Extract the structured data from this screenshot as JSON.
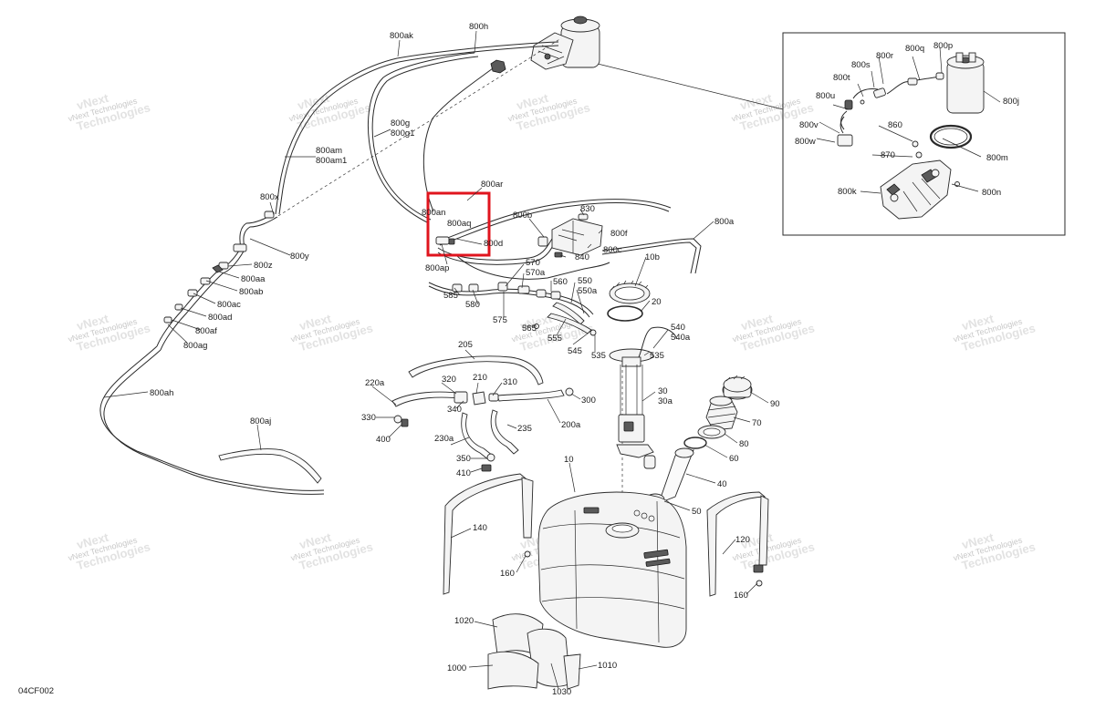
{
  "diagram_code": "04CF002",
  "highlight_color": "#e0141e",
  "watermark": {
    "line1": "vNext Technologies",
    "line2": "Technologies",
    "line3": "vNext"
  },
  "labels": {
    "l800ak": "800ak",
    "l800h": "800h",
    "l800g": "800g",
    "l800g1": "800g1",
    "l800am": "800am",
    "l800am1": "800am1",
    "l800x": "800x",
    "l800y": "800y",
    "l800z": "800z",
    "l800aa": "800aa",
    "l800ab": "800ab",
    "l800ac": "800ac",
    "l800ad": "800ad",
    "l800af": "800af",
    "l800ag": "800ag",
    "l800ah": "800ah",
    "l800aj": "800aj",
    "l800ar": "800ar",
    "l800an": "800an",
    "l800aq": "800aq",
    "l800d": "800d",
    "l800ap": "800ap",
    "l800b": "800b",
    "l830": "830",
    "l800f": "800f",
    "l800c": "800c",
    "l840": "840",
    "l800a": "800a",
    "l570": "570",
    "l570a": "570a",
    "l585": "585",
    "l580": "580",
    "l575": "575",
    "l565": "565",
    "l560": "560",
    "l550": "550",
    "l550a": "550a",
    "l555": "555",
    "l545": "545",
    "l535": "535",
    "l10b": "10b",
    "l20": "20",
    "l540": "540",
    "l540a": "540a",
    "l205": "205",
    "l220a": "220a",
    "l320": "320",
    "l210": "210",
    "l310": "310",
    "l300": "300",
    "l330": "330",
    "l340": "340",
    "l235": "235",
    "l200a": "200a",
    "l400": "400",
    "l230a": "230a",
    "l350": "350",
    "l410": "410",
    "l30": "30",
    "l30a": "30a",
    "l90": "90",
    "l70": "70",
    "l80": "80",
    "l60": "60",
    "l40": "40",
    "l10": "10",
    "l50": "50",
    "l140": "140",
    "l160a": "160",
    "l120": "120",
    "l160b": "160",
    "l1020": "1020",
    "l1000": "1000",
    "l1030": "1030",
    "l1010": "1010",
    "inset": {
      "l800r": "800r",
      "l800q": "800q",
      "l800p": "800p",
      "l800s": "800s",
      "l800t": "800t",
      "l800u": "800u",
      "l800j": "800j",
      "l800v": "800v",
      "l860": "860",
      "l800w": "800w",
      "l870": "870",
      "l800m": "800m",
      "l800k": "800k",
      "l800n": "800n"
    }
  }
}
